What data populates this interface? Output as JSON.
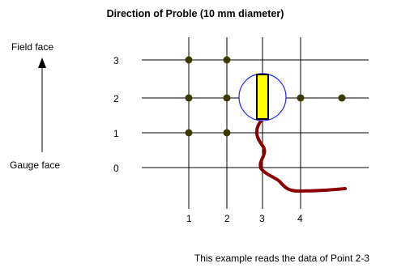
{
  "title": "Direction of Proble (10 mm diameter)",
  "direction_arrow": {
    "top_label": "Field face",
    "bottom_label": "Gauge face"
  },
  "axes": {
    "row_labels": [
      "3",
      "2",
      "1",
      "0"
    ],
    "column_labels": [
      "1",
      "2",
      "3",
      "4"
    ]
  },
  "measurement_points": [
    {
      "column": 1,
      "row": 3
    },
    {
      "column": 2,
      "row": 3
    },
    {
      "column": 1,
      "row": 2
    },
    {
      "column": 2,
      "row": 2
    },
    {
      "column": 4,
      "row": 2
    },
    {
      "column": 5,
      "row": 2
    },
    {
      "column": 1,
      "row": 1
    },
    {
      "column": 2,
      "row": 1
    }
  ],
  "probe": {
    "column": 3,
    "row": 2,
    "circle_color": "#2020ff",
    "body_color": "#ffff00",
    "cable_color": "#8b0000"
  },
  "point_color": "#3a3a00",
  "caption": "This example reads the data of Point 2-3"
}
